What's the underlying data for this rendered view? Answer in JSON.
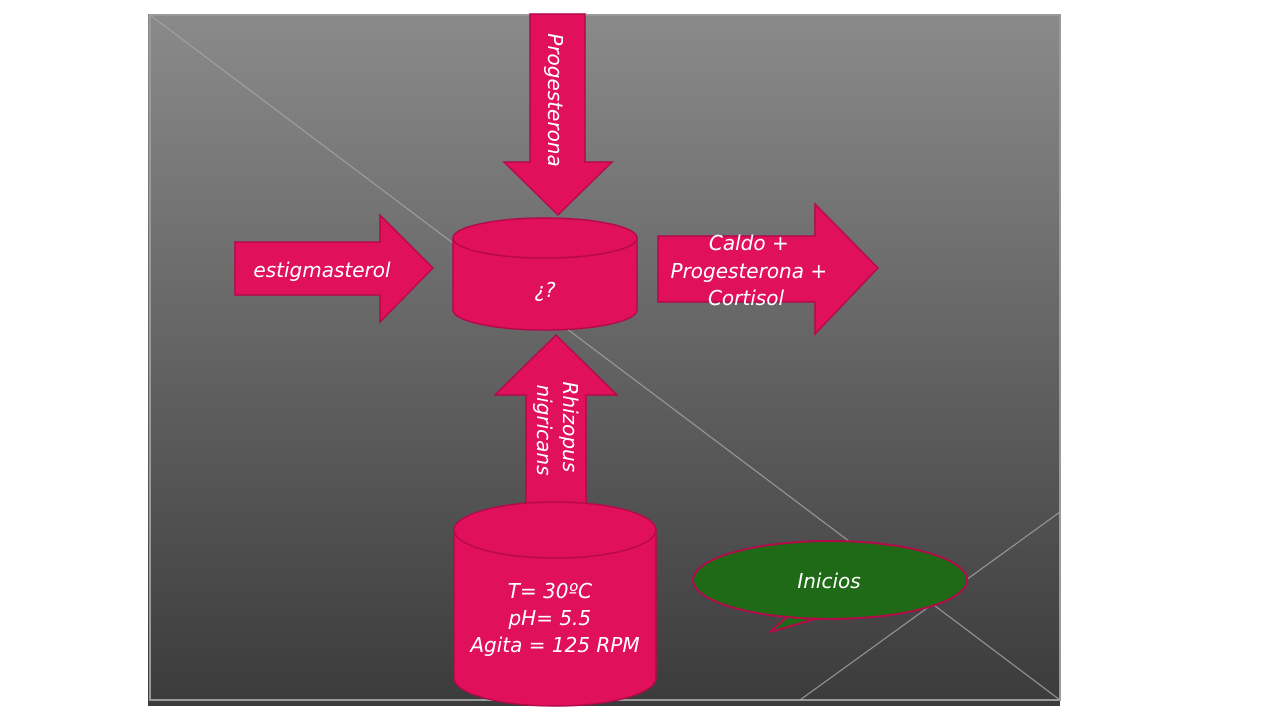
{
  "colors": {
    "page_background": "#ffffff",
    "slide_gradient_top": "#8a8a8a",
    "slide_gradient_bottom": "#3b3b3b",
    "shape_fill": "#e0105a",
    "shape_stroke": "#b5094a",
    "callout_fill": "#1f6a16",
    "callout_stroke": "#b5094a",
    "text": "#ffffff"
  },
  "diagram": {
    "inputs": {
      "top": "Progesterona",
      "left": "estigmasterol",
      "bottom": [
        "Rhizopus",
        "nigricans"
      ]
    },
    "reactor_label": "¿?",
    "output_lines": [
      "Caldo +",
      "Progesterona +",
      "Cortisol"
    ],
    "conditions_lines": [
      "T= 30ºC",
      "pH= 5.5",
      "Agita = 125 RPM"
    ],
    "callout_label": "Inicios"
  }
}
